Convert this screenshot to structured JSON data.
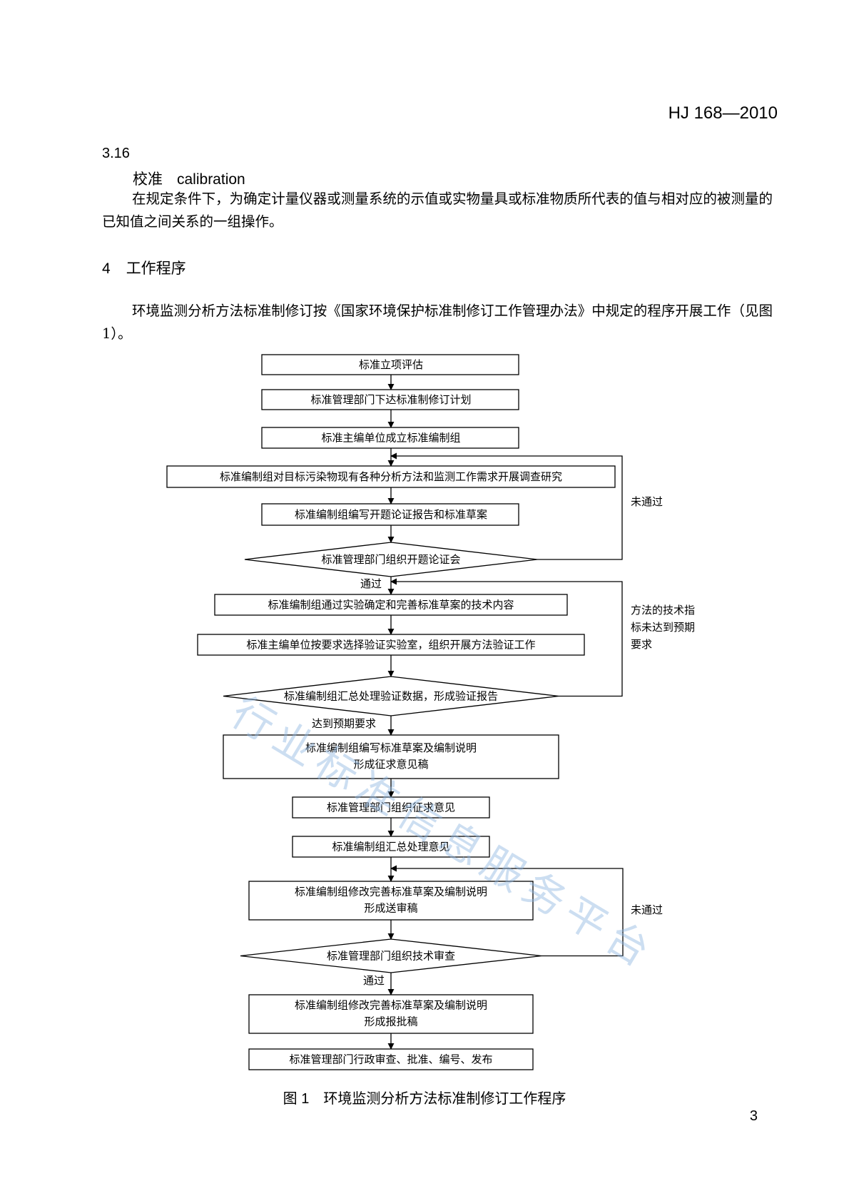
{
  "header": {
    "doc_code": "HJ 168—2010"
  },
  "section_3_16": {
    "number": "3.16",
    "term_zh": "校准",
    "term_en": "calibration",
    "definition": "在规定条件下，为确定计量仪器或测量系统的示值或实物量具或标准物质所代表的值与相对应的被测量的已知值之间关系的一组操作。"
  },
  "section_4": {
    "number": "4",
    "title": "工作程序",
    "paragraph": "环境监测分析方法标准制修订按《国家环境保护标准制修订工作管理办法》中规定的程序开展工作（见图 1）。"
  },
  "flowchart": {
    "nodes": [
      {
        "id": "n1",
        "shape": "rect",
        "lines": [
          "标准立项评估"
        ]
      },
      {
        "id": "n2",
        "shape": "rect",
        "lines": [
          "标准管理部门下达标准制修订计划"
        ]
      },
      {
        "id": "n3",
        "shape": "rect",
        "lines": [
          "标准主编单位成立标准编制组"
        ]
      },
      {
        "id": "n4",
        "shape": "rect",
        "lines": [
          "标准编制组对目标污染物现有各种分析方法和监测工作需求开展调查研究"
        ]
      },
      {
        "id": "n5",
        "shape": "rect",
        "lines": [
          "标准编制组编写开题论证报告和标准草案"
        ]
      },
      {
        "id": "d1",
        "shape": "diamond",
        "lines": [
          "标准管理部门组织开题论证会"
        ]
      },
      {
        "id": "n6",
        "shape": "rect",
        "lines": [
          "标准编制组通过实验确定和完善标准草案的技术内容"
        ]
      },
      {
        "id": "n7",
        "shape": "rect",
        "lines": [
          "标准主编单位按要求选择验证实验室，组织开展方法验证工作"
        ]
      },
      {
        "id": "d2",
        "shape": "diamond",
        "lines": [
          "标准编制组汇总处理验证数据，形成验证报告"
        ]
      },
      {
        "id": "n8",
        "shape": "rect",
        "lines": [
          "标准编制组编写标准草案及编制说明",
          "形成征求意见稿"
        ]
      },
      {
        "id": "n9",
        "shape": "rect",
        "lines": [
          "标准管理部门组织征求意见"
        ]
      },
      {
        "id": "n10",
        "shape": "rect",
        "lines": [
          "标准编制组汇总处理意见"
        ]
      },
      {
        "id": "n11",
        "shape": "rect",
        "lines": [
          "标准编制组修改完善标准草案及编制说明",
          "形成送审稿"
        ]
      },
      {
        "id": "d3",
        "shape": "diamond",
        "lines": [
          "标准管理部门组织技术审查"
        ]
      },
      {
        "id": "n12",
        "shape": "rect",
        "lines": [
          "标准编制组修改完善标准草案及编制说明",
          "形成报批稿"
        ]
      },
      {
        "id": "n13",
        "shape": "rect",
        "lines": [
          "标准管理部门行政审查、批准、编号、发布"
        ]
      }
    ],
    "edge_labels": {
      "d1_pass": "通过",
      "d1_fail": "未通过",
      "d2_pass": "达到预期要求",
      "d2_fail": [
        "方法的技术指",
        "标未达到预期",
        "要求"
      ],
      "d3_pass": "通过",
      "d3_fail": "未通过"
    }
  },
  "figure_caption": "图 1　环境监测分析方法标准制修订工作程序",
  "page_number": "3",
  "watermark": "行业标准信息服务平台"
}
